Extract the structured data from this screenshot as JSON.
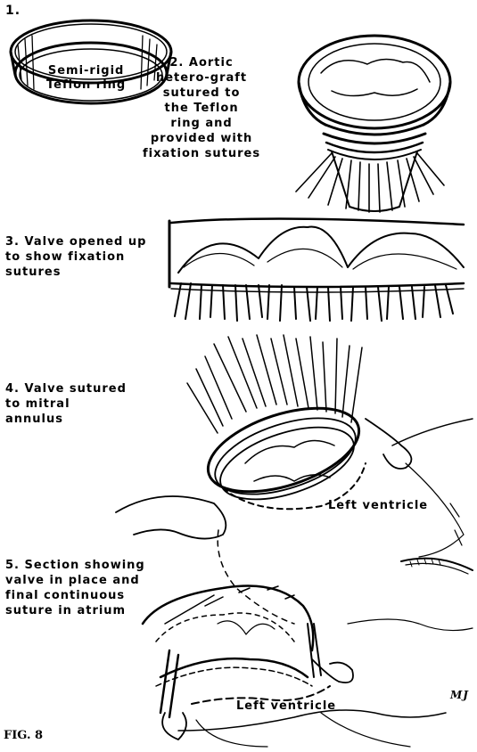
{
  "figure": {
    "step1_number": "1.",
    "step1_label": "Semi-rigid\nTeflon ring",
    "step2_label": "2. Aortic\nhetero-graft\nsutured to\nthe Teflon\nring and\nprovided with\nfixation sutures",
    "step3_label": "3. Valve opened up\nto show fixation\nsutures",
    "step4_label": "4. Valve sutured\nto mitral\nannulus",
    "step4_region_label": "Left ventricle",
    "step5_label": "5. Section showing\nvalve in place and\nfinal continuous\nsuture in atrium",
    "step5_region_label": "Left ventricle",
    "figure_caption": "FIG. 8",
    "signature": "MJ",
    "colors": {
      "ink": "#000000",
      "paper": "#ffffff"
    }
  }
}
